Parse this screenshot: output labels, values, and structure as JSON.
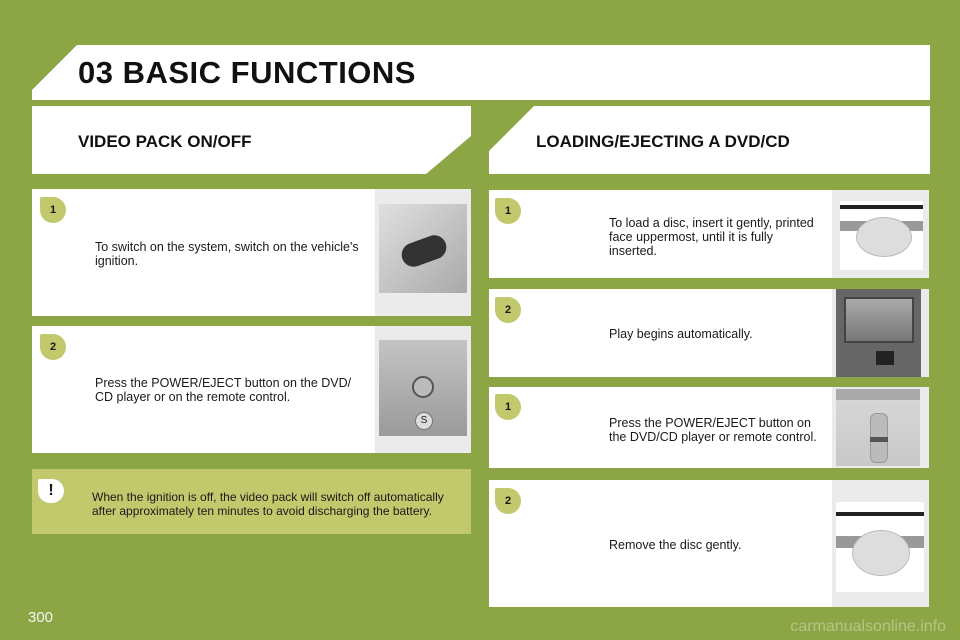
{
  "header": {
    "title": "03 BASIC FUNCTIONS"
  },
  "left": {
    "title": "VIDEO PACK ON/OFF",
    "steps": [
      {
        "num": "1",
        "text": "To switch on the system, switch on the vehicle's ignition."
      },
      {
        "num": "2",
        "text": "Press the POWER/EJECT button on the DVD/ CD player or on the remote control."
      }
    ],
    "warning": {
      "icon": "!",
      "text": "When the ignition is off, the video pack will switch off automatically after approximately ten minutes to avoid discharging the battery."
    }
  },
  "right": {
    "title": "LOADING/EJECTING A DVD/CD",
    "steps": [
      {
        "num": "1",
        "text": "To load a disc, insert it gently, printed face uppermost, until it is fully inserted."
      },
      {
        "num": "2",
        "text": "Play begins automatically."
      },
      {
        "num": "1",
        "text": "Press the POWER/EJECT button on the DVD/CD player or remote control."
      },
      {
        "num": "2",
        "text": "Remove the disc gently."
      }
    ]
  },
  "footer": {
    "page_number": "300",
    "watermark": "carmanualsonline.info"
  }
}
